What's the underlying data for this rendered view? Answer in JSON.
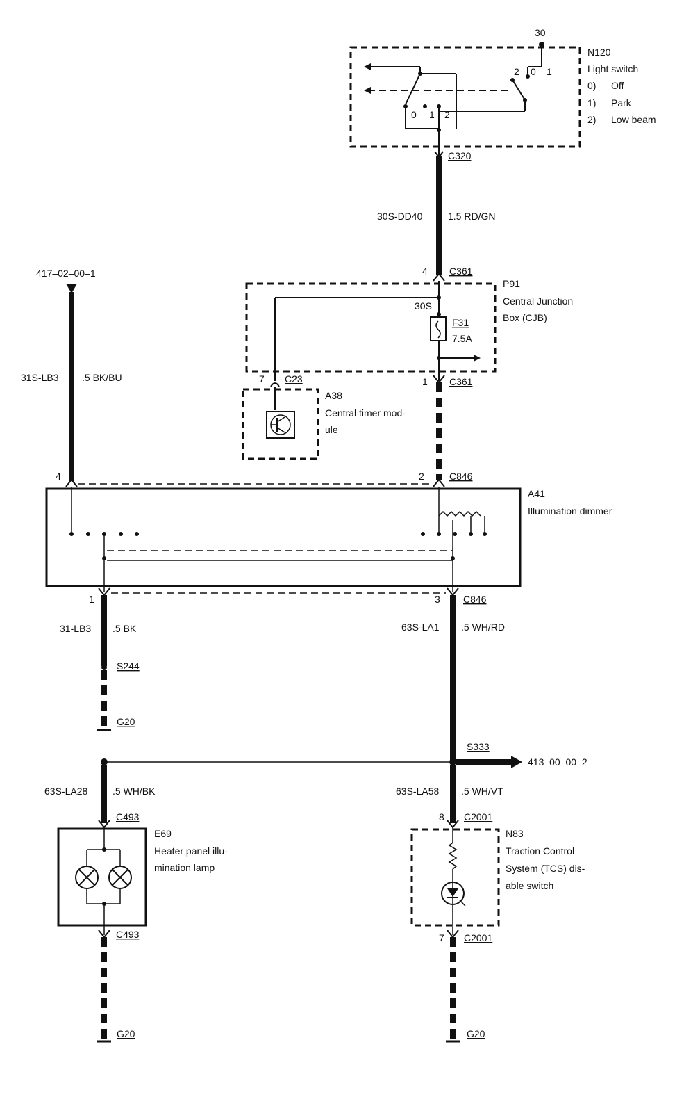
{
  "components": {
    "n120": {
      "id": "N120",
      "name": "Light switch",
      "pos0": "0)",
      "pos0_label": "Off",
      "pos1": "1)",
      "pos1_label": "Park",
      "pos2": "2)",
      "pos2_label": "Low beam",
      "pin30": "30",
      "sw_r0": "0",
      "sw_r1": "1",
      "sw_r2": "2",
      "sw_b0": "0",
      "sw_b1": "1",
      "sw_b2": "2"
    },
    "p91": {
      "id": "P91",
      "name_line1": "Central Junction",
      "name_line2": "Box (CJB)",
      "node": "30S",
      "fuse": "F31",
      "fuse_rating": "7.5A"
    },
    "a38": {
      "id": "A38",
      "name_line1": "Central timer mod-",
      "name_line2": "ule"
    },
    "a41": {
      "id": "A41",
      "name": "Illumination dimmer"
    },
    "e69": {
      "id": "E69",
      "name_line1": "Heater panel illu-",
      "name_line2": "mination lamp"
    },
    "n83": {
      "id": "N83",
      "name_line1": "Traction Control",
      "name_line2": "System (TCS) dis-",
      "name_line3": "able switch"
    }
  },
  "references": {
    "ref_left": "417–02–00–1",
    "ref_right": "413–00–00–2"
  },
  "connectors": {
    "c320": "C320",
    "c361_top": {
      "pin": "4",
      "id": "C361"
    },
    "c361_bottom": {
      "pin": "1",
      "id": "C361"
    },
    "c23": {
      "pin": "7",
      "id": "C23"
    },
    "c846_in_left": {
      "pin": "4"
    },
    "c846_in_right": {
      "pin": "2",
      "id": "C846"
    },
    "c846_out_left": {
      "pin": "1"
    },
    "c846_out_right": {
      "pin": "3",
      "id": "C846"
    },
    "c493_top": "C493",
    "c493_bottom": "C493",
    "c2001_top": {
      "pin": "8",
      "id": "C2001"
    },
    "c2001_bottom": {
      "pin": "7",
      "id": "C2001"
    }
  },
  "splices": {
    "s244": "S244",
    "s333": "S333"
  },
  "grounds": {
    "g20_a": "G20",
    "g20_b": "G20",
    "g20_c": "G20"
  },
  "wires": {
    "w1": {
      "circuit": "30S-DD40",
      "spec": "1.5 RD/GN"
    },
    "w2": {
      "circuit": "31S-LB3",
      "spec": ".5 BK/BU"
    },
    "w3": {
      "circuit": "31-LB3",
      "spec": ".5 BK"
    },
    "w4": {
      "circuit": "63S-LA1",
      "spec": ".5 WH/RD"
    },
    "w5": {
      "circuit": "63S-LA28",
      "spec": ".5 WH/BK"
    },
    "w6": {
      "circuit": "63S-LA58",
      "spec": ".5 WH/VT"
    }
  }
}
